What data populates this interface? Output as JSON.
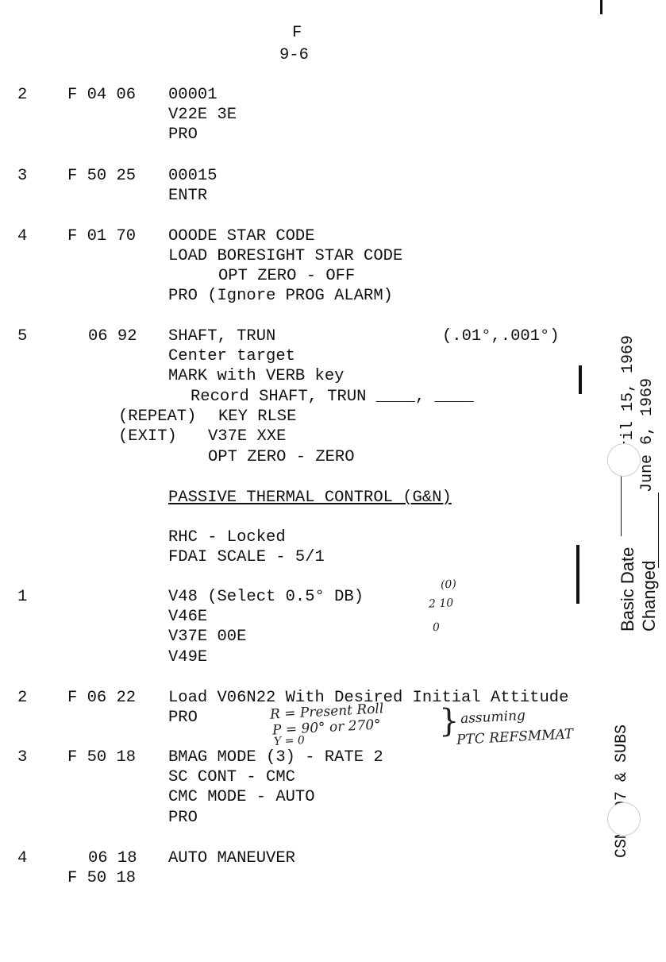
{
  "header": {
    "section": "F",
    "page": "9-6"
  },
  "steps1": [
    {
      "num": "2",
      "code": "F 04 06",
      "lines": [
        "00001",
        "V22E 3E",
        "PRO"
      ]
    },
    {
      "num": "3",
      "code": "F 50 25",
      "lines": [
        "00015",
        "ENTR"
      ]
    },
    {
      "num": "4",
      "code": "F 01 70",
      "lines": [
        "OOODE STAR CODE",
        "LOAD BORESIGHT STAR CODE",
        "OPT ZERO - OFF",
        "PRO (Ignore PROG ALARM)"
      ]
    },
    {
      "num": "5",
      "code": "06 92",
      "lines": [
        "SHAFT, TRUN",
        "Center target",
        "MARK with VERB key",
        "Record SHAFT, TRUN ____, ____"
      ],
      "units": "(.01°,.001°)",
      "repeat": "(REPEAT)",
      "repeat_action": "KEY RLSE",
      "exit": "(EXIT)",
      "exit_action": "V37E XXE",
      "exit_action2": "OPT ZERO - ZERO"
    }
  ],
  "ptc": {
    "title": "PASSIVE THERMAL CONTROL (G&N)",
    "pre": [
      "RHC - Locked",
      "FDAI SCALE - 5/1"
    ],
    "steps": [
      {
        "num": "1",
        "code": "",
        "lines": [
          "V48 (Select 0.5° DB)",
          "V46E",
          "V37E 00E",
          "V49E"
        ]
      },
      {
        "num": "2",
        "code": "F 06 22",
        "lines": [
          "Load V06N22 With Desired Initial Attitude",
          "PRO"
        ]
      },
      {
        "num": "3",
        "code": "F 50 18",
        "lines": [
          "BMAG MODE (3) - RATE 2",
          "SC CONT - CMC",
          "CMC MODE - AUTO",
          "PRO"
        ]
      },
      {
        "num": "4",
        "code": "06 18",
        "code2": "F 50 18",
        "lines": [
          "AUTO MANEUVER"
        ]
      }
    ]
  },
  "handwriting": {
    "db_note": [
      "(0)",
      "2 10",
      "0"
    ],
    "attitude": [
      "R = Present Roll",
      "P = 90° or 270°",
      "Y = 0"
    ],
    "note": [
      "assuming",
      "PTC REFSMMAT"
    ]
  },
  "margin": {
    "basic_date_label": "Basic Date",
    "basic_date": "April 15, 1969",
    "changed_label": "Changed",
    "changed": "June 6, 1969",
    "doc": "CSM 107 & SUBS"
  }
}
